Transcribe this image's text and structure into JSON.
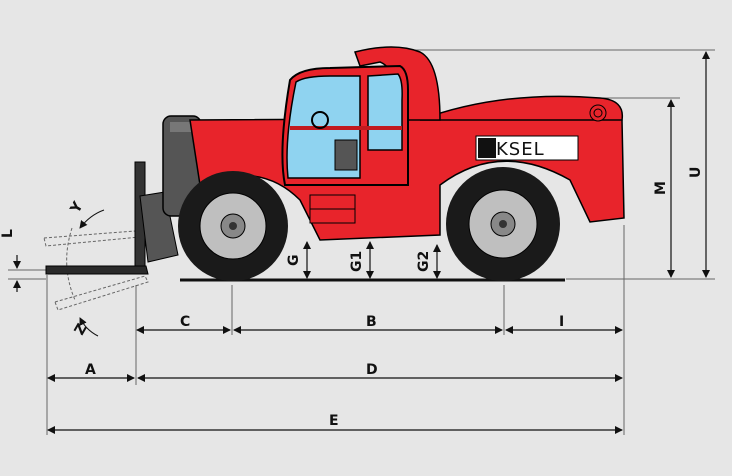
{
  "brand": {
    "logo_text": "KSEL"
  },
  "dimension_labels": {
    "A": "A",
    "B": "B",
    "C": "C",
    "D": "D",
    "E": "E",
    "G": "G",
    "G1": "G1",
    "G2": "G2",
    "I": "I",
    "L": "L",
    "M": "M",
    "U": "U",
    "Y": "Y",
    "Z": "Z"
  },
  "colors": {
    "body": "#e8242b",
    "background": "#e6e6e6",
    "glass": "#8fd3f0",
    "tire": "#1a1a1a",
    "rim": "#bfbfbf"
  }
}
